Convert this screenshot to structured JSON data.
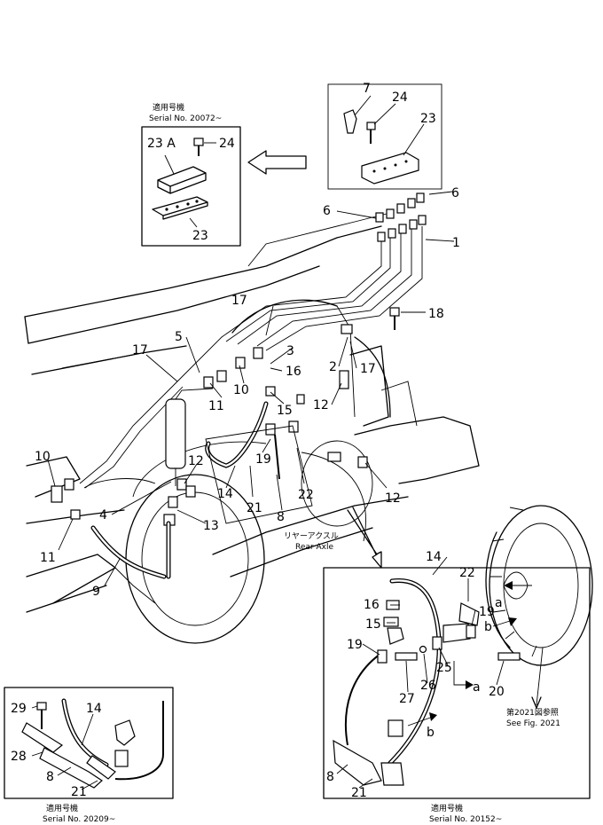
{
  "insets": {
    "top": {
      "serial_jp": "適用号機",
      "serial_en": "Serial No. 20072~"
    },
    "bottom_left": {
      "serial_jp": "適用号機",
      "serial_en": "Serial No. 20209~"
    },
    "bottom_right": {
      "serial_jp": "適用号機",
      "serial_en": "Serial No. 20152~"
    }
  },
  "axle_label": {
    "jp": "リヤーアクスル",
    "en": "Rear Axle"
  },
  "see_fig": {
    "jp": "第2021図参照",
    "en": "See Fig. 2021"
  },
  "callouts": {
    "c1": "1",
    "c2": "2",
    "c3": "3",
    "c4": "4",
    "c5": "5",
    "c6a": "6",
    "c6b": "6",
    "c7": "7",
    "c8a": "8",
    "c8b": "8",
    "c8c": "8",
    "c9": "9",
    "c10a": "10",
    "c10b": "10",
    "c11a": "11",
    "c11b": "11",
    "c12a": "12",
    "c12b": "12",
    "c12c": "12",
    "c13": "13",
    "c14a": "14",
    "c14b": "14",
    "c14c": "14",
    "c15a": "15",
    "c15b": "15",
    "c16a": "16",
    "c16b": "16",
    "c17a": "17",
    "c17b": "17",
    "c17c": "17",
    "c18": "18",
    "c19a": "19",
    "c19b": "19",
    "c19c": "19",
    "c20": "20",
    "c21a": "21",
    "c21b": "21",
    "c21c": "21",
    "c22a": "22",
    "c22b": "22",
    "c23a": "23",
    "c23b": "23",
    "c23A": "23 A",
    "c24a": "24",
    "c24b": "24",
    "c25": "25",
    "c26": "26",
    "c27": "27",
    "c28": "28",
    "c29": "29",
    "ca1": "a",
    "ca2": "a",
    "cb1": "b",
    "cb2": "b"
  }
}
